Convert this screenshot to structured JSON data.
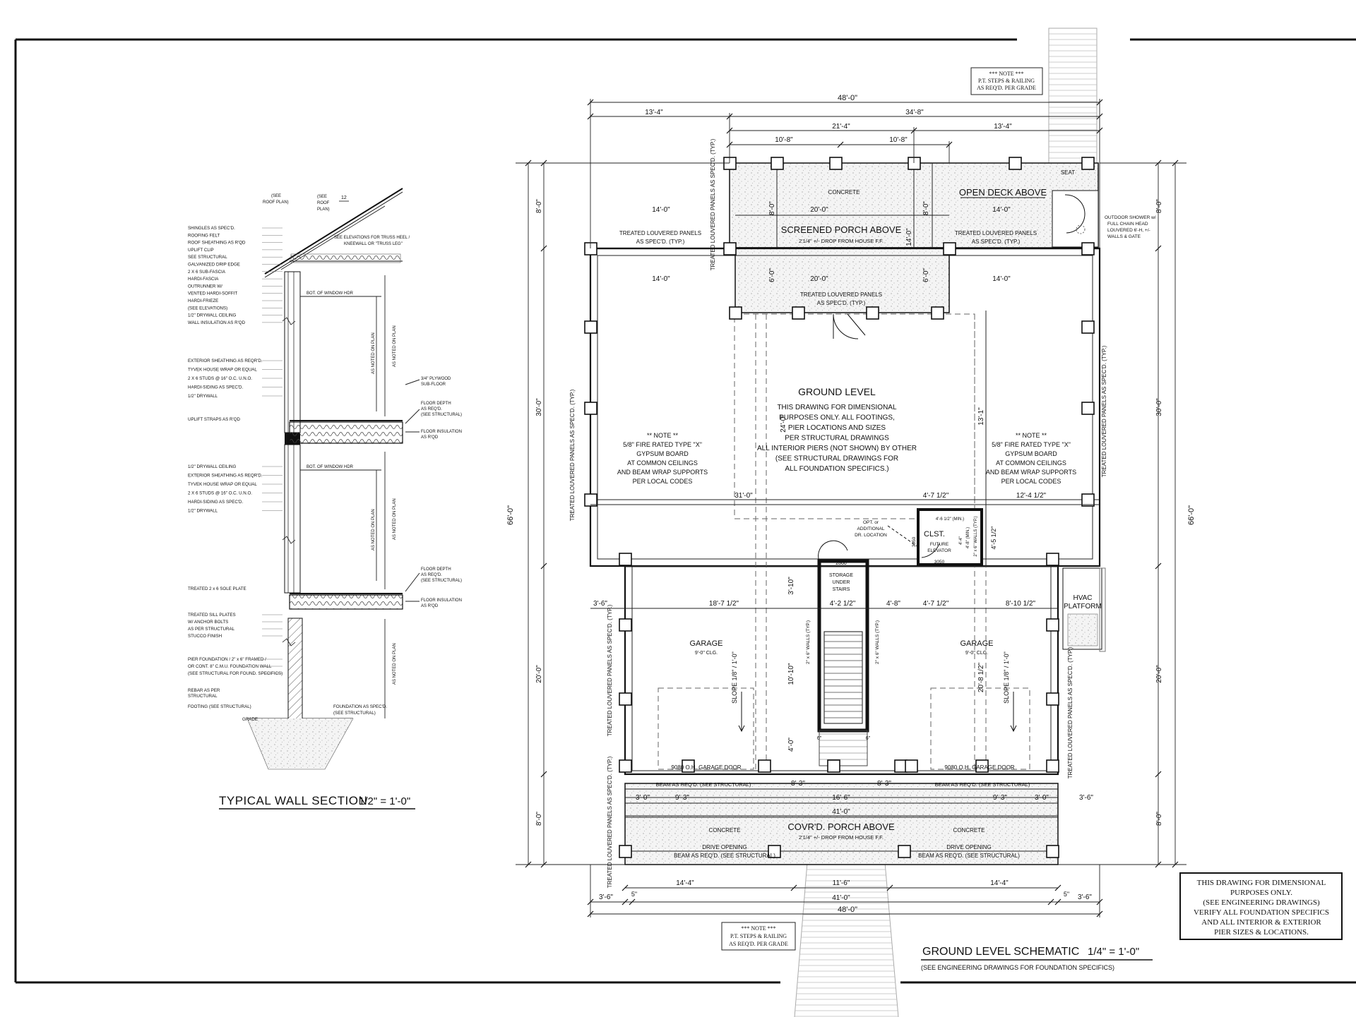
{
  "notes": {
    "top_note": [
      "*** NOTE ***",
      "P.T. STEPS & RAILING",
      "AS REQ'D. PER GRADE"
    ],
    "bottom_note": [
      "*** NOTE ***",
      "P.T. STEPS & RAILING",
      "AS REQ'D. PER GRADE"
    ],
    "disclaimer": [
      "THIS DRAWING FOR DIMENSIONAL",
      "PURPOSES ONLY.",
      "(SEE ENGINEERING DRAWINGS)",
      "VERIFY ALL FOUNDATION SPECIFICS",
      "AND ALL INTERIOR & EXTERIOR",
      "PIER SIZES & LOCATIONS."
    ]
  },
  "titles": {
    "wall_section": "TYPICAL WALL SECTION",
    "wall_scale": "1/2\" = 1'-0\"",
    "plan": "GROUND LEVEL SCHEMATIC",
    "plan_scale": "1/4\" = 1'-0\"",
    "plan_sub": "(SEE ENGINEERING DRAWINGS FOR FOUNDATION SPECIFICS)"
  },
  "wall_section": {
    "labels_upper": [
      "SHINGLES AS SPEC'D.",
      "ROOFING FELT",
      "ROOF SHEATHING AS R'QD",
      "UPLIFT CLIP",
      "SEE STRUCTURAL",
      "GALVANIZED DRIP EDGE",
      "2 X 6 SUB-FASCIA",
      "HARDI-FASCIA",
      "OUTRUNNER W/",
      "VENTED HARDI-SOFFIT",
      "HARDI-FRIEZE",
      "(SEE ELEVATIONS)",
      "1/2\" DRYWALL CEILING",
      "WALL INSULATION AS R'QD"
    ],
    "labels_mid": [
      "EXTERIOR SHEATHING AS REQR'D.",
      "TYVEK HOUSE WRAP OR EQUAL",
      "2 X 6 STUDS @ 16\" O.C. U.N.O.",
      "HARDI-SIDING AS SPEC'D.",
      "1/2\" DRYWALL"
    ],
    "uplift": "UPLIFT STRAPS AS R'QD",
    "labels_mid2": [
      "1/2\" DRYWALL CEILING",
      "EXTERIOR SHEATHING AS REQR'D.",
      "TYVEK HOUSE WRAP OR EQUAL",
      "2 X 6 STUDS @ 16\" O.C. U.N.O.",
      "HARDI-SIDING AS SPEC'D.",
      "1/2\" DRYWALL"
    ],
    "sole_plate": "TREATED 2 x 6 SOLE PLATE",
    "labels_low": [
      "TREATED SILL PLATES",
      "W/ ANCHOR BOLTS",
      "AS PER STRUCTURAL",
      "STUCCO FINISH"
    ],
    "labels_found": [
      "PIER FOUNDATION / 2\" x 6\" FRAMED /",
      "OR CONT. 8\" C.M.U. FOUNDATION WALL",
      "(SEE STRUCTURAL FOR FOUND. SPECIFICS)"
    ],
    "rebar": [
      "REBAR AS PER",
      "STRUCTURAL"
    ],
    "footing": "FOOTING (SEE STRUCTURAL)",
    "grade": "GRADE",
    "foundation": [
      "FOUNDATION AS SPEC'D.",
      "(SEE STRUCTURAL)"
    ],
    "see_roof_plan": [
      "(SEE",
      "ROOF PLAN)"
    ],
    "see_roof_plan2": [
      "(SEE",
      "ROOF",
      "PLAN)"
    ],
    "pitch": "12",
    "truss_note": [
      "SEE ELEVATIONS FOR TRUSS HEEL /",
      "KNEEWALL OR \"TRUSS LEG\""
    ],
    "window_hdr": "BOT. OF WINDOW HDR",
    "window_hdr2": "BOT. OF WINDOW HDR",
    "as_noted": "AS NOTED ON PLAN",
    "plywood": [
      "3/4\" PLYWOOD",
      "SUB-FLOOR"
    ],
    "floor_depth": [
      "FLOOR DEPTH",
      "AS REQ'D.",
      "(SEE STRUCTURAL)"
    ],
    "floor_insulation": [
      "FLOOR INSULATION",
      "AS R'QD"
    ],
    "floor_depth2": [
      "FLOOR DEPTH",
      "AS REQ'D.",
      "(SEE STRUCTURAL)"
    ],
    "floor_insulation2": [
      "FLOOR INSULATION",
      "AS R'QD"
    ]
  },
  "plan": {
    "dims_top": [
      "48'-0\"",
      "13'-4\"",
      "34'-8\"",
      "21'-4\"",
      "13'-4\"",
      "10'-8\"",
      "10'-8\""
    ],
    "dims_bottom": [
      "14'-4\"",
      "11'-6\"",
      "14'-4\"",
      "3'-6\"",
      "5\"",
      "41'-0\"",
      "5\"",
      "3'-6\"",
      "48'-0\""
    ],
    "dims_left": [
      "8'-0\"",
      "30'-0\"",
      "66'-0\"",
      "20'-0\"",
      "8'-0\""
    ],
    "dims_right": [
      "8'-0\"",
      "30'-0\"",
      "66'-0\"",
      "20'-0\"",
      "8'-0\""
    ],
    "concrete": "CONCRETE",
    "screened_porch": "SCREENED PORCH ABOVE",
    "screened_drop": "2'1/4\" +/- DROP FROM HOUSE F.F.",
    "open_deck": "OPEN DECK ABOVE",
    "seat": "SEAT",
    "shower": [
      "OUTDOOR SHOWER w/",
      "FULL CHAIN HEAD",
      "LOUVERED 6'-H, +/-",
      "WALLS & GATE"
    ],
    "louver_left": [
      "TREATED LOUVERED PANELS",
      "AS SPEC'D. (TYP.)"
    ],
    "louver_right": [
      "TREATED LOUVERED PANELS",
      "AS SPEC'D. (TYP.)"
    ],
    "louver_mid": [
      "TREATED LOUVERED PANELS",
      "AS SPEC'D. (TYP.)"
    ],
    "louver_vert": "TREATED LOUVERED PANELS AS SPEC'D. (TYP.)",
    "porch_dims": [
      "14'-0\"",
      "20'-0\"",
      "14'-0\"",
      "14'-0\"",
      "20'-0\"",
      "14'-0\"",
      "8'-0\"",
      "8'-0\"",
      "14'-0\"",
      "6'-0\"",
      "6'-0\""
    ],
    "ground_level": "GROUND LEVEL",
    "ground_text": [
      "THIS DRAWING FOR DIMENSIONAL",
      "PURPOSES ONLY. ALL FOOTINGS,",
      "PIER LOCATIONS AND SIZES",
      "PER STRUCTURAL DRAWINGS",
      "ALL INTERIOR PIERS (NOT SHOWN) BY OTHER",
      "(SEE STRUCTURAL DRAWINGS FOR",
      "ALL FOUNDATION SPECIFICS.)"
    ],
    "note_left": [
      "** NOTE **",
      "5/8\" FIRE RATED TYPE \"X\"",
      "GYPSUM BOARD",
      "AT COMMON CEILINGS",
      "AND BEAM WRAP SUPPORTS",
      "PER LOCAL CODES"
    ],
    "note_right": [
      "** NOTE **",
      "5/8\" FIRE RATED TYPE \"X\"",
      "GYPSUM BOARD",
      "AT COMMON CEILINGS",
      "AND BEAM WRAP SUPPORTS",
      "PER LOCAL CODES"
    ],
    "dim_24": "24'-0\"",
    "dim_13": "13'-1\"",
    "dim_31": "31'-0\"",
    "dim_4712": "4'-7 1/2\"",
    "dim_12412": "12'-4 1/2\"",
    "clst": "CLST.",
    "future_elev": [
      "FUTURE",
      "ELEVATOR"
    ],
    "opt_door": [
      "OPT. or",
      "ADDITIONAL",
      "DR. LOCATION"
    ],
    "door_3050": "3050",
    "door_3050b": "3050",
    "elev_min": "4'-6 1/2\" (MIN.)",
    "elev_dims": [
      "4'-4\"",
      "4'-8\" (MIN.)",
      "4'-5 1/2\"",
      "2\" x 6\" WALLS (TYP.)"
    ],
    "storage": [
      "STORAGE",
      "UNDER",
      "STAIRS"
    ],
    "door_2860": "2860",
    "dim_310": "3'-10\"",
    "mid_dims": [
      "3'-6\"",
      "18'-7 1/2\"",
      "4'-2 1/2\"",
      "4'-8\"",
      "4'-7 1/2\"",
      "8'-10 1/2\""
    ],
    "hvac": [
      "HVAC",
      "PLATFORM"
    ],
    "garage_left": [
      "GARAGE",
      "9'-0\" CLG."
    ],
    "garage_right": [
      "GARAGE",
      "9'-0\" CLG."
    ],
    "slope": "SLOPE 1/8\" / 1'-0\"",
    "dim_1010": "10'-10\"",
    "dim_20812": "20'-8 1/2\"",
    "stair_walls": "2\" x 6\" WALLS (TYP.)",
    "dim_40": "4'-0\"",
    "dim_6": "6\"",
    "garage_door_left": "9080 O.H. GARAGE DOOR",
    "garage_door_right": "9080 O.H. GARAGE DOOR",
    "beam_left": "BEAM AS REQ'D. (SEE STRUCTURAL)",
    "beam_right": "BEAM AS REQ'D. (SEE STRUCTURAL)",
    "front_dims": [
      "3'-0\"",
      "9'-3\"",
      "8'-3\"",
      "8'-3\"",
      "9'-3\"",
      "3'-0\"",
      "3'-6\"",
      "16'-6\"",
      "41'-0\""
    ],
    "covered_porch": "COVR'D. PORCH ABOVE",
    "covered_drop": "2'1/4\" +/- DROP FROM HOUSE F.F.",
    "drive_left": [
      "DRIVE OPENING",
      "BEAM AS REQ'D. (SEE STRUCTURAL)"
    ],
    "drive_right": [
      "DRIVE OPENING",
      "BEAM AS REQ'D. (SEE STRUCTURAL)"
    ]
  }
}
